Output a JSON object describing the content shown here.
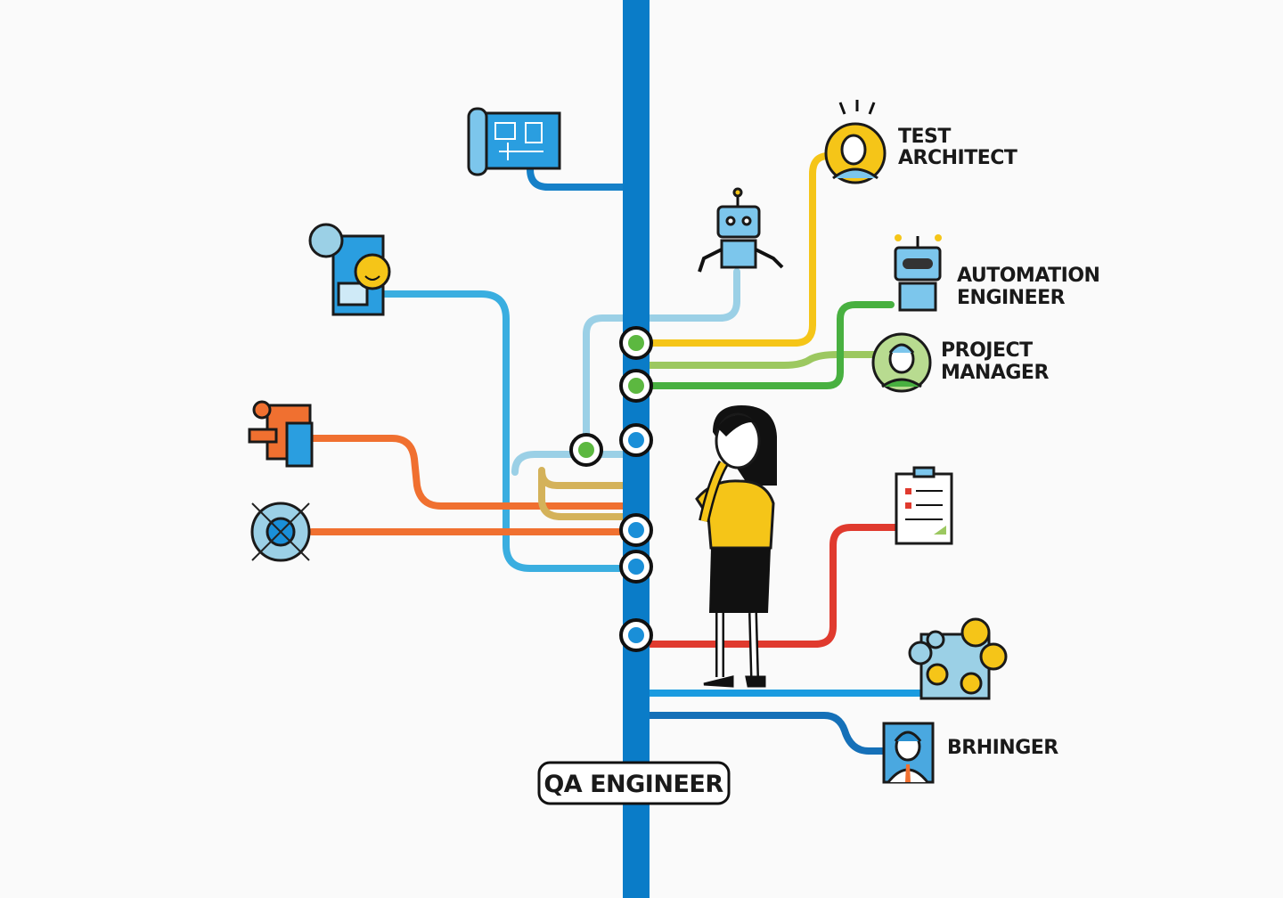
{
  "title": "QA ENGINEER",
  "roles": {
    "test_architect": [
      "TEST",
      "ARCHITECT"
    ],
    "automation_engineer": [
      "AUTOMATION",
      "ENGINEER"
    ],
    "project_manager": [
      "PROJECT",
      "MANAGER"
    ],
    "bringer": "BRHINGER"
  },
  "colors": {
    "trunk": "#0a7cc8",
    "yellow": "#f5c518",
    "light_green": "#9cc860",
    "green": "#48b040",
    "red": "#e03a2e",
    "orange": "#f07030",
    "sky": "#3aaee0",
    "light_sky": "#9bd0e6",
    "gold": "#d4b25a",
    "blue": "#1a8fd8"
  }
}
